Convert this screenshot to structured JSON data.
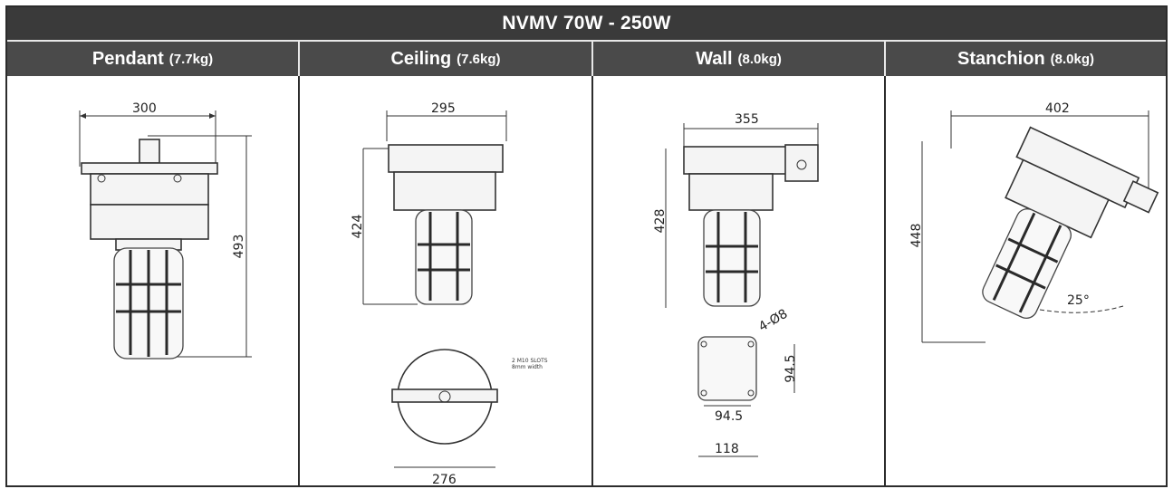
{
  "title": "NVMV 70W - 250W",
  "columns": [
    {
      "name": "Pendant",
      "weight": "(7.7kg)",
      "dims": {
        "width": "300",
        "height": "493"
      }
    },
    {
      "name": "Ceiling",
      "weight": "(7.6kg)",
      "dims": {
        "width": "295",
        "height": "424",
        "base": "276",
        "note_line1": "2 M10 SLOTS",
        "note_line2": "8mm width"
      }
    },
    {
      "name": "Wall",
      "weight": "(8.0kg)",
      "dims": {
        "width": "355",
        "height": "428",
        "hole_x": "94.5",
        "hole_y": "94.5",
        "plate": "118",
        "holes": "4-Ø8"
      }
    },
    {
      "name": "Stanchion",
      "weight": "(8.0kg)",
      "dims": {
        "width": "402",
        "height": "448",
        "angle": "25°"
      }
    }
  ]
}
